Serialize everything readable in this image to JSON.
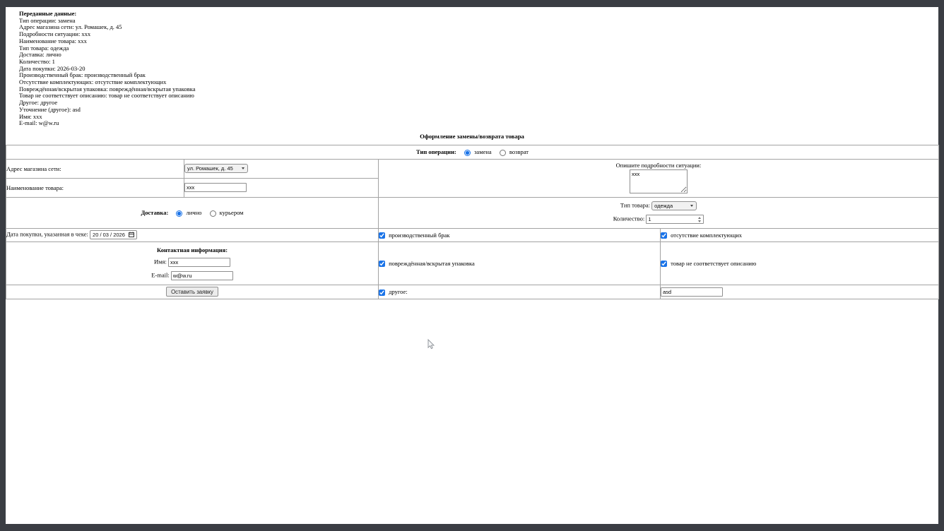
{
  "colors": {
    "accent": "#1a73e8",
    "frame_background": "#3a3d43",
    "page_background": "#ffffff",
    "table_border": "#a3a3a3"
  },
  "transmitted": {
    "header": "Переданные данные:",
    "lines": [
      "Тип операции: замена",
      "Адрес магазина сети: ул. Ромашек, д. 45",
      "Подробности ситуации: xxx",
      "Наименование товара: xxx",
      "Тип товара: одежда",
      "Доставка: лично",
      "Количество: 1",
      "Дата покупки: 2026-03-20",
      "Производственный брак: производственный брак",
      "Отсутствие комплектующих: отсутствие комплектующих",
      "Повреждённая/вскрытая упаковка: повреждённая/вскрытая упаковка",
      "Товар не соответствует описанию: товар не соответствует описанию",
      "Другое: другое",
      "Уточнение (другое): asd",
      "Имя: xxx",
      "E-mail: w@w.ru"
    ]
  },
  "form": {
    "title": "Оформление замены/возврата товара",
    "operation": {
      "label": "Тип операции:",
      "options": [
        {
          "label": "замена",
          "selected": true
        },
        {
          "label": "возврат",
          "selected": false
        }
      ]
    },
    "store_address": {
      "label": "Адрес магазина сети:",
      "value": "ул. Ромашек, д. 45"
    },
    "details": {
      "label": "Опишите подробности ситуации:",
      "value": "xxx"
    },
    "product_name": {
      "label": "Наименование товара:",
      "value": "xxx"
    },
    "delivery": {
      "label": "Доставка:",
      "options": [
        {
          "label": "лично",
          "selected": true
        },
        {
          "label": "курьером",
          "selected": false
        }
      ]
    },
    "product_type": {
      "label": "Тип товара:",
      "value": "одежда"
    },
    "quantity": {
      "label": "Количество:",
      "value": "1"
    },
    "purchase_date": {
      "label": "Дата покупки, указанная в чеке:",
      "value": "20 / 03 / 2026"
    },
    "checkboxes": {
      "defect": {
        "label": "производственный брак",
        "checked": true
      },
      "missing": {
        "label": "отсутствие комплектующих",
        "checked": true
      },
      "damaged": {
        "label": "повреждённая/вскрытая упаковка",
        "checked": true
      },
      "mismatch": {
        "label": "товар не соответствует описанию",
        "checked": true
      },
      "other": {
        "label": "другое:",
        "checked": true,
        "value": "asd"
      }
    },
    "contact": {
      "header": "Контактная информация:",
      "name": {
        "label": "Имя:",
        "value": "xxx"
      },
      "email": {
        "label": "E-mail:",
        "value": "w@w.ru"
      }
    },
    "submit_label": "Оставить заявку"
  }
}
